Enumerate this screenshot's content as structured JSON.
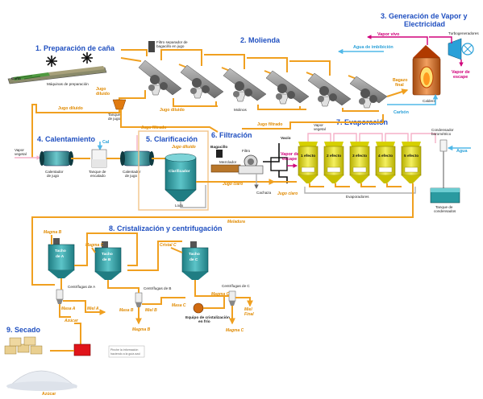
{
  "sections": {
    "preparacion": "1. Preparación de caña",
    "molienda": "2. Molienda",
    "vapor": "3. Generación de Vapor y",
    "vapor_line2": "Electricidad",
    "calentamiento": "4. Calentamiento",
    "clarificacion": "5. Clarificación",
    "filtracion": "6. Filtración",
    "evaporacion": "7. Evaporación",
    "cristalizacion": "8. Cristalización y centrifugación",
    "secado": "9. Secado"
  },
  "labels": {
    "cana": "Caña",
    "maquinas_preparacion": "Máquinas de preparación",
    "filtro_separador": "Filtro separador de",
    "filtro_separador_2": "bagacillo en jugo",
    "vapor_vivo": "Vapor vivo",
    "turbogeneradores": "Turbogeneradores",
    "agua_imbibicion": "Agua  de imbibición",
    "bagazo_final": "Bagazo",
    "bagazo_final_2": "final",
    "vapor_escape": "Vapor de",
    "vapor_escape_2": "escape",
    "caldera": "Caldera",
    "carbon": "Carbón",
    "jugo_diluido_1": "Jugo",
    "jugo_diluido_1b": "diluido",
    "tanque_jugo": "Tanque",
    "tanque_jugo_2": "de jugo",
    "jugo_diluido_2": "Jugo diluido",
    "molinos": "Molinos",
    "jugo_diluido_3": "Jugo diluido",
    "jugo_filtrado_1": "Jugo filtrado",
    "jugo_filtrado_2": "Jugo filtrado",
    "vapor_vegetal_1": "Vapor",
    "vapor_vegetal_1b": "vegetal",
    "cal": "Cal",
    "calentador_1": "Calentador",
    "calentador_1b": "de jugo",
    "tanque_encalado": "Tanque de",
    "tanque_encalado_2": "encalado",
    "calentador_2": "Calentador",
    "calentador_2b": "de jugo",
    "jugo_diluido_4": "Jugo diluido",
    "clarificador": "Clarificador",
    "lodo": "Lodo",
    "bagacillo": "Bagacillo",
    "mezclador": "Mezclador",
    "filtro": "Filtro",
    "vacio": "Vacío",
    "cachaza": "Cachaza",
    "jugo_claro_1": "Jugo claro",
    "jugo_claro_2": "Jugo claro",
    "vapor_vegetal_2": "Vapor",
    "vapor_vegetal_2b": "vegetal",
    "vapor_escape_evap": "Vapor de",
    "vapor_escape_evap_2": "escape",
    "efecto_1": "1 efecto",
    "efecto_2": "2 efecto",
    "efecto_3": "3 efecto",
    "efecto_4": "4 efecto",
    "efecto_5": "5 efecto",
    "evaporadores": "Evaporadores",
    "condensador": "Condensador",
    "condensador_2": "barométrico",
    "agua": "Agua",
    "tanque_condensados": "Tanque de",
    "tanque_condensados_2": "condensados",
    "meladura": "Meladura",
    "magma_b_1": "Magma B",
    "magma_c_1": "Magma C",
    "cristal_c": "Cristal C",
    "tacho_a": "Tacho",
    "tacho_a_2": "de A",
    "tacho_b": "Tacho",
    "tacho_b_2": "de B",
    "tacho_c": "Tacho",
    "tacho_c_2": "de C",
    "centrifugas_a": "Centrífugas de A",
    "centrifugas_b": "Centrífugas de B",
    "centrifugas_c": "Centrífugas de C",
    "masa_a": "Masa A",
    "miel_a": "Miel A",
    "masa_b": "Masa B",
    "masa_c": "Masa C",
    "miel_b": "Miel B",
    "magma_c_2": "Magma C",
    "miel_final": "Miel",
    "miel_final_2": "Final",
    "azucar_1": "Azúcar",
    "magma_b_2": "Magma B",
    "magma_c_3": "Magma C",
    "equipo_cristal": "Equipo de cristalización",
    "equipo_cristal_2": "en frío",
    "note_1": "Pinche la información",
    "note_2": "haciendo a la guía azul",
    "azucar_2": "Azúcar"
  },
  "colors": {
    "title_blue": "#1f4fc0",
    "juice_orange": "#f0a020",
    "vapor_magenta": "#d0007a",
    "water_cyan": "#50b8e8",
    "steam_pink": "#f5b0c8",
    "evaporator_yellow": "#e8e020",
    "tank_teal": "#2a9aa0",
    "mill_gray": "#7a7a7a"
  },
  "icons": [
    "fan-icon",
    "mill-roller-icon",
    "boiler-icon",
    "turbine-icon",
    "sugar-sack-icon"
  ]
}
